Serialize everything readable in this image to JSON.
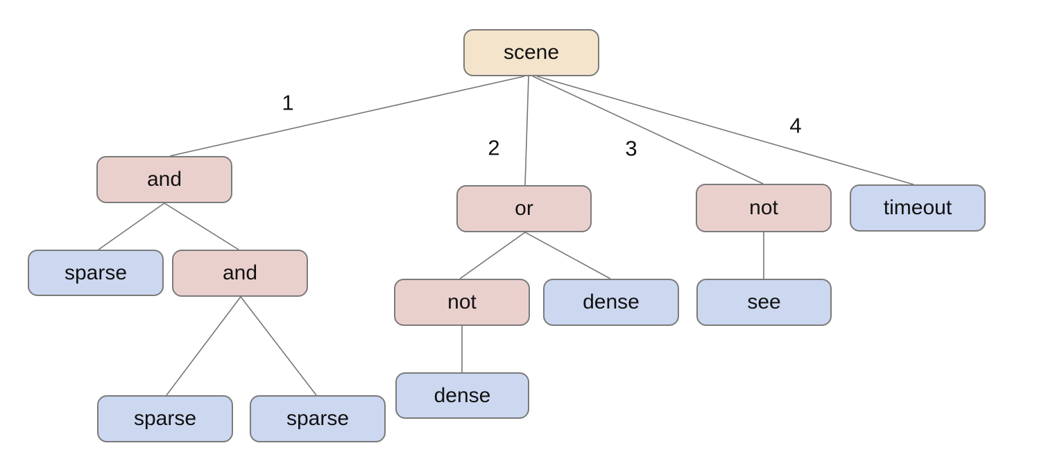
{
  "diagram": {
    "background": "#ffffff",
    "colors": {
      "root_fill": "#f4e4cb",
      "operator_fill": "#ead0cd",
      "leaf_fill": "#ccd7f0",
      "node_border": "#7a7a7a",
      "edge_line": "#757575",
      "text": "#111111"
    },
    "nodes": [
      {
        "id": "scene",
        "label": "scene",
        "type": "root"
      },
      {
        "id": "and-1",
        "label": "and",
        "type": "operator"
      },
      {
        "id": "or-1",
        "label": "or",
        "type": "operator"
      },
      {
        "id": "not-1",
        "label": "not",
        "type": "operator"
      },
      {
        "id": "timeout-1",
        "label": "timeout",
        "type": "leaf"
      },
      {
        "id": "sparse-1",
        "label": "sparse",
        "type": "leaf"
      },
      {
        "id": "and-2",
        "label": "and",
        "type": "operator"
      },
      {
        "id": "not-2",
        "label": "not",
        "type": "operator"
      },
      {
        "id": "dense-1",
        "label": "dense",
        "type": "leaf"
      },
      {
        "id": "see-1",
        "label": "see",
        "type": "leaf"
      },
      {
        "id": "sparse-2",
        "label": "sparse",
        "type": "leaf"
      },
      {
        "id": "sparse-3",
        "label": "sparse",
        "type": "leaf"
      },
      {
        "id": "dense-2",
        "label": "dense",
        "type": "leaf"
      }
    ],
    "edge_labels": [
      {
        "label": "1"
      },
      {
        "label": "2"
      },
      {
        "label": "3"
      },
      {
        "label": "4"
      }
    ],
    "edges": [
      {
        "from": "scene",
        "to": "and-1",
        "label": "1"
      },
      {
        "from": "scene",
        "to": "or-1",
        "label": "2"
      },
      {
        "from": "scene",
        "to": "not-1",
        "label": "3"
      },
      {
        "from": "scene",
        "to": "timeout-1",
        "label": "4"
      },
      {
        "from": "and-1",
        "to": "sparse-1"
      },
      {
        "from": "and-1",
        "to": "and-2"
      },
      {
        "from": "and-2",
        "to": "sparse-2"
      },
      {
        "from": "and-2",
        "to": "sparse-3"
      },
      {
        "from": "or-1",
        "to": "not-2"
      },
      {
        "from": "or-1",
        "to": "dense-1"
      },
      {
        "from": "not-2",
        "to": "dense-2"
      },
      {
        "from": "not-1",
        "to": "see-1"
      }
    ]
  }
}
